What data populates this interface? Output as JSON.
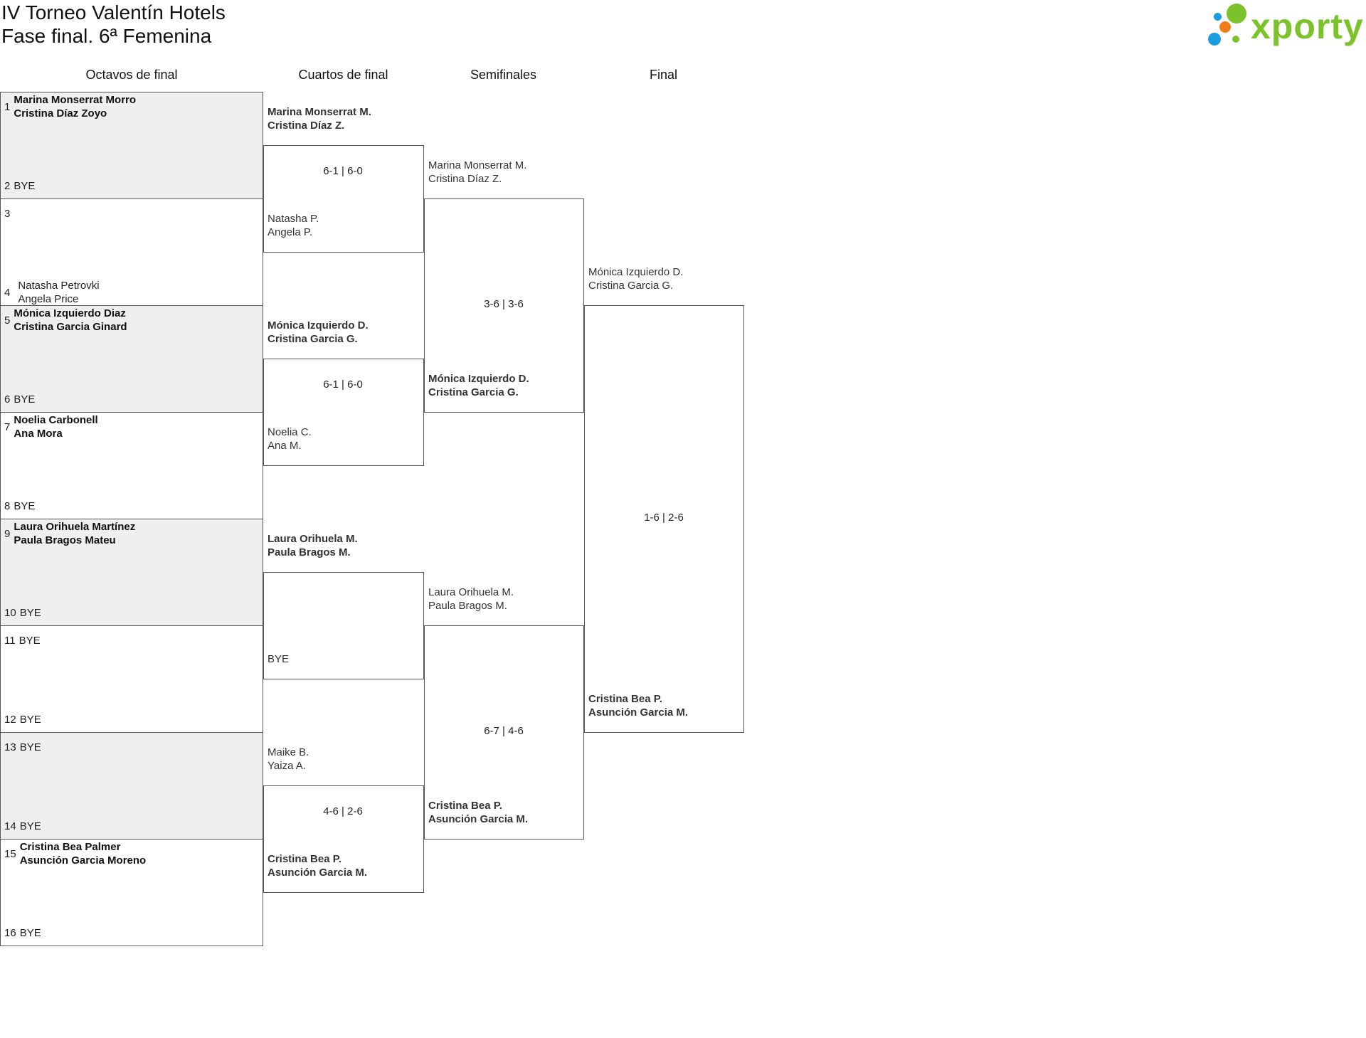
{
  "title": {
    "line1": "IV Torneo Valentín Hotels",
    "line2": "Fase final. 6ª Femenina"
  },
  "logo": {
    "text": "xporty",
    "colors": {
      "green": "#7cc22a",
      "blue": "#1a9ee0",
      "orange": "#f07c1a"
    }
  },
  "rounds": [
    "Octavos de final",
    "Cuartos de final",
    "Semifinales",
    "Final"
  ],
  "octavos": [
    {
      "n1": "1",
      "p1": [
        "Marina Monserrat Morro",
        "Cristina Díaz Zoyo"
      ],
      "n2": "2",
      "p2": [
        "BYE"
      ]
    },
    {
      "n1": "3",
      "p1": [],
      "n2": "4",
      "p2": [
        "Natasha Petrovki",
        "Angela Price"
      ]
    },
    {
      "n1": "5",
      "p1": [
        "Mónica Izquierdo Diaz",
        "Cristina Garcia Ginard"
      ],
      "n2": "6",
      "p2": [
        "BYE"
      ]
    },
    {
      "n1": "7",
      "p1": [
        "Noelia Carbonell",
        "Ana Mora"
      ],
      "n2": "8",
      "p2": [
        "BYE"
      ]
    },
    {
      "n1": "9",
      "p1": [
        "Laura Orihuela Martínez",
        "Paula Bragos Mateu"
      ],
      "n2": "10",
      "p2": [
        "BYE"
      ]
    },
    {
      "n1": "11",
      "p1": [
        "BYE"
      ],
      "n2": "12",
      "p2": [
        "BYE"
      ]
    },
    {
      "n1": "13",
      "p1": [
        "BYE"
      ],
      "n2": "14",
      "p2": [
        "BYE"
      ]
    },
    {
      "n1": "15",
      "p1": [
        "Cristina Bea Palmer",
        "Asunción Garcia Moreno"
      ],
      "n2": "16",
      "p2": [
        "BYE"
      ]
    }
  ],
  "cuartos": [
    {
      "top": [
        "Marina Monserrat M.",
        "Cristina Díaz Z."
      ],
      "bottom": [
        "Natasha P.",
        "Angela P."
      ],
      "score": "6-1 | 6-0"
    },
    {
      "top": [
        "Mónica Izquierdo D.",
        "Cristina Garcia G."
      ],
      "bottom": [
        "Noelia C.",
        "Ana M."
      ],
      "score": "6-1 | 6-0"
    },
    {
      "top": [
        "Laura Orihuela M.",
        "Paula Bragos M."
      ],
      "bottom": [
        "BYE"
      ],
      "score": ""
    },
    {
      "top": [
        "Maike B.",
        "Yaiza A."
      ],
      "bottom": [
        "Cristina Bea P.",
        "Asunción Garcia M."
      ],
      "score": "4-6 | 2-6"
    }
  ],
  "semis": [
    {
      "top": [
        "Marina Monserrat M.",
        "Cristina Díaz Z."
      ],
      "bottom": [
        "Mónica Izquierdo D.",
        "Cristina Garcia G."
      ],
      "score": "3-6 | 3-6"
    },
    {
      "top": [
        "Laura Orihuela M.",
        "Paula Bragos M."
      ],
      "bottom": [
        "Cristina Bea P.",
        "Asunción Garcia M."
      ],
      "score": "6-7 | 4-6"
    }
  ],
  "final": {
    "top": [
      "Mónica Izquierdo D.",
      "Cristina Garcia G."
    ],
    "bottom": [
      "Cristina Bea P.",
      "Asunción Garcia M."
    ],
    "score": "1-6 | 2-6"
  }
}
